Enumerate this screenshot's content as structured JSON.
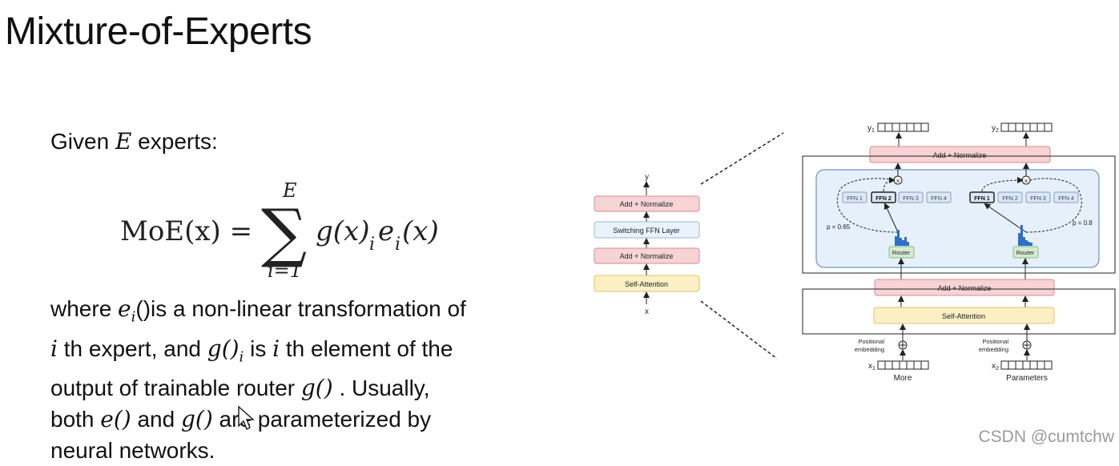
{
  "slide": {
    "title": "Mixture-of-Experts",
    "intro_prefix": "Given",
    "intro_var": "E",
    "intro_suffix": "experts:"
  },
  "formula": {
    "lhs": "MoE(x) =",
    "sum_symbol": "∑",
    "upper": "E",
    "lower": "i=1",
    "rhs": "g(x)",
    "rhs_sub": "i",
    "rhs2": "e",
    "rhs2_sub": "i",
    "rhs2_arg": "(x)"
  },
  "description": {
    "l1_a": "where",
    "l1_var": "e",
    "l1_sub": "i",
    "l1_b": "()is a non-linear transformation of",
    "l2_var": "i",
    "l2_a": "th expert, and",
    "l2_g": "g()",
    "l2_sub": "i",
    "l2_b": "is",
    "l2_var2": "i",
    "l2_c": "th element of the",
    "l3_a": "output of trainable router",
    "l3_g": "g()",
    "l3_b": ". Usually,",
    "l4_a": "both",
    "l4_e": "e()",
    "l4_b": "and",
    "l4_g": "g()",
    "l4_c": "are parameterized by",
    "l5": "neural networks."
  },
  "watermark": "CSDN @cumtchw",
  "diagram": {
    "small": {
      "top_label": "y",
      "bottom_label": "x",
      "blocks": [
        "Add + Normalize",
        "Switching FFN Layer",
        "Add + Normalize",
        "Self-Attention"
      ]
    },
    "large": {
      "top_add_norm": "Add + Normalize",
      "mid_add_norm": "Add + Normalize",
      "self_attention": "Self-Attention",
      "y1": "y",
      "y1_sub": "1",
      "y2": "y",
      "y2_sub": "2",
      "x1": "x",
      "x1_sub": "1",
      "x2": "x",
      "x2_sub": "2",
      "ffn_left": [
        "FFN 1",
        "FFN 2",
        "FFN 3",
        "FFN 4"
      ],
      "ffn_right": [
        "FFN 1",
        "FFN 2",
        "FFN 3",
        "FFN 4"
      ],
      "router_left": "Router",
      "router_right": "Router",
      "p_left": "p = 0.65",
      "p_right": "p = 0.8",
      "pos_emb_left_1": "Positional",
      "pos_emb_left_2": "embedding",
      "pos_emb_right_1": "Positional",
      "pos_emb_right_2": "embedding",
      "token_left": "More",
      "token_right": "Parameters"
    }
  },
  "colors": {
    "add_norm_fill": "#f6d3d5",
    "add_norm_stroke": "#d98b90",
    "switch_fill": "#eaf2fb",
    "switch_stroke": "#9db8d6",
    "self_attn_fill": "#fbefc4",
    "self_attn_stroke": "#e0c36a",
    "moe_panel_fill": "#e6f0fb",
    "moe_panel_stroke": "#6e93bf",
    "router_fill": "#d7ead0",
    "router_stroke": "#8fb783",
    "histogram": "#2f6fc9"
  }
}
